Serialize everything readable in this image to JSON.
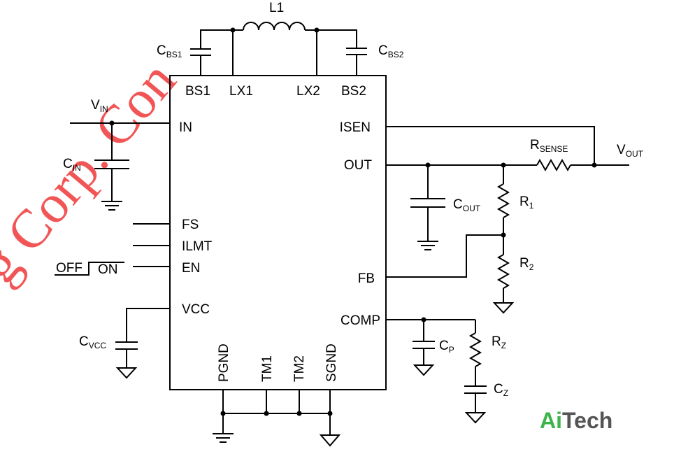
{
  "ic": {
    "pins_top": [
      "BS1",
      "LX1",
      "LX2",
      "BS2"
    ],
    "pins_left": [
      "IN",
      "FS",
      "ILMT",
      "EN",
      "VCC"
    ],
    "pins_right": [
      "ISEN",
      "OUT",
      "FB",
      "COMP"
    ],
    "pins_bottom": [
      "PGND",
      "TM1",
      "TM2",
      "SGND"
    ]
  },
  "components": {
    "inductor": "L1",
    "cbs1": {
      "main": "C",
      "sub": "BS1"
    },
    "cbs2": {
      "main": "C",
      "sub": "BS2"
    },
    "vin": {
      "main": "V",
      "sub": "IN"
    },
    "cin": {
      "main": "C",
      "sub": "IN"
    },
    "rsense": {
      "main": "R",
      "sub": "SENSE"
    },
    "vout": {
      "main": "V",
      "sub": "OUT"
    },
    "cout": {
      "main": "C",
      "sub": "OUT"
    },
    "r1": {
      "main": "R",
      "sub": "1"
    },
    "r2": {
      "main": "R",
      "sub": "2"
    },
    "cvcc": {
      "main": "C",
      "sub": "VCC"
    },
    "cp": {
      "main": "C",
      "sub": "P"
    },
    "rz": {
      "main": "R",
      "sub": "Z"
    },
    "cz": {
      "main": "C",
      "sub": "Z"
    }
  },
  "switch": {
    "off": "OFF",
    "on": "ON"
  },
  "watermark": "g Corp. Con",
  "brand": {
    "part1": "Ai",
    "part2": "Tech",
    "color1": "#3cb44b",
    "color2": "#555555"
  },
  "colors": {
    "watermark": "#f25555"
  }
}
